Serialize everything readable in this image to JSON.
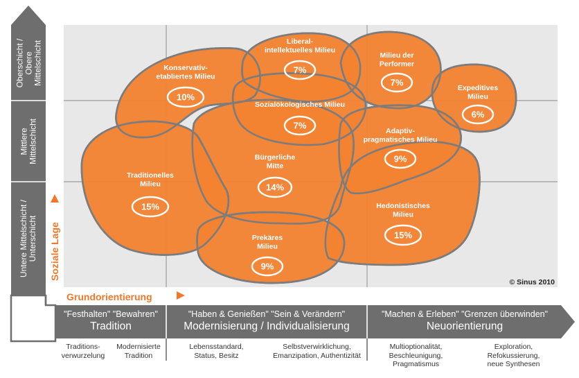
{
  "colors": {
    "accent": "#f28230",
    "outline": "#7c7c7c",
    "panel": "#e8e8e8",
    "bar": "#6e6e6e",
    "text_on_orange": "#ffffff",
    "label_orange": "#f0782a"
  },
  "y_axis": {
    "label": "Soziale Lage",
    "segments": [
      {
        "lines": [
          "Oberschicht /",
          "Obere",
          "Mittelschicht"
        ]
      },
      {
        "lines": [
          "Mittlere",
          "Mittelschicht"
        ]
      },
      {
        "lines": [
          "Untere Mittelschicht /",
          "Unterschicht"
        ]
      }
    ]
  },
  "x_axis": {
    "label": "Grundorientierung",
    "bands": [
      {
        "top": "\"Festhalten\" \"Bewahren\"",
        "main": "Tradition",
        "subs": [
          [
            "Traditions-",
            "verwurzelung"
          ],
          [
            "Modernisierte",
            "Tradition"
          ]
        ]
      },
      {
        "top": "\"Haben & Genießen\" \"Sein & Verändern\"",
        "main": "Modernisierung / Individualisierung",
        "subs": [
          [
            "Lebensstandard,",
            "Status, Besitz"
          ],
          [
            "Selbstverwirklichung,",
            "Emanzipation, Authentizität"
          ]
        ]
      },
      {
        "top": "\"Machen & Erleben\" \"Grenzen überwinden\"",
        "main": "Neuorientierung",
        "subs": [
          [
            "Multioptionalität,",
            "Beschleunigung,",
            "Pragmatismus"
          ],
          [
            "Exploration,",
            "Refokussierung,",
            "neue Synthesen"
          ]
        ]
      }
    ]
  },
  "milieus": [
    {
      "name": [
        "Konservativ-",
        "etabliertes Milieu"
      ],
      "pct": "10%"
    },
    {
      "name": [
        "Liberal-",
        "intellektuelles Milieu"
      ],
      "pct": "7%"
    },
    {
      "name": [
        "Milieu der",
        "Performer"
      ],
      "pct": "7%"
    },
    {
      "name": [
        "Expeditives",
        "Milieu"
      ],
      "pct": "6%"
    },
    {
      "name": [
        "Sozialökologisches Milieu"
      ],
      "pct": "7%"
    },
    {
      "name": [
        "Adaptiv-",
        "pragmatisches Milieu"
      ],
      "pct": "9%"
    },
    {
      "name": [
        "Bürgerliche",
        "Mitte"
      ],
      "pct": "14%"
    },
    {
      "name": [
        "Traditionelles",
        "Milieu"
      ],
      "pct": "15%"
    },
    {
      "name": [
        "Hedonistisches",
        "Milieu"
      ],
      "pct": "15%"
    },
    {
      "name": [
        "Prekäres",
        "Milieu"
      ],
      "pct": "9%"
    }
  ],
  "copyright": "© Sinus 2010"
}
